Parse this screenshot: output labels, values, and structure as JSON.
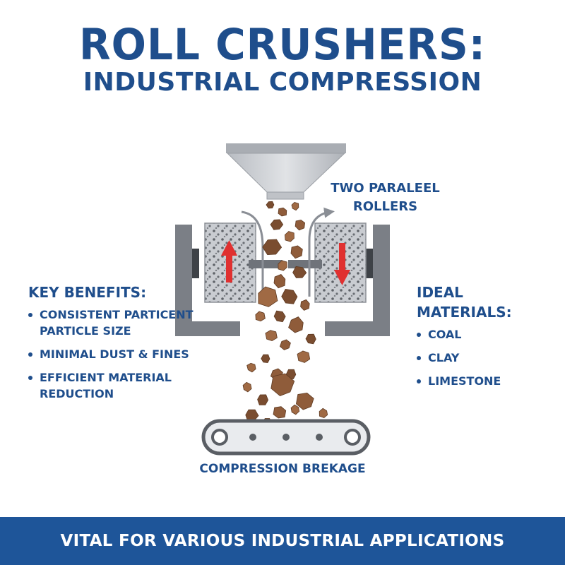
{
  "title": {
    "line1": "ROLL CRUSHERS:",
    "line2": "INDUSTRIAL COMPRESSION"
  },
  "diagram": {
    "rollers_label": "TWO PARALEEL ROLLERS",
    "breakage_label": "COMPRESSION BREKAGE",
    "left_roller_direction": "up",
    "right_roller_direction": "down"
  },
  "benefits": {
    "heading": "KEY BENEFITS:",
    "items": [
      "CONSISTENT PARTICENT PARTICLE SIZE",
      "MINIMAL DUST & FINES",
      "EFFICIENT MATERIAL REDUCTION"
    ]
  },
  "materials": {
    "heading": "IDEAL MATERIALS:",
    "items": [
      "COAL",
      "CLAY",
      "LIMESTONE"
    ]
  },
  "footer": {
    "text": "VITAL FOR VARIOUS INDUSTRIAL APPLICATIONS"
  },
  "colors": {
    "brand_blue": "#1f4e8c",
    "footer_blue": "#1e5599",
    "arrow_red": "#e03030",
    "frame_gray": "#7b7f86",
    "rock_brown": "#8a5a3a"
  }
}
